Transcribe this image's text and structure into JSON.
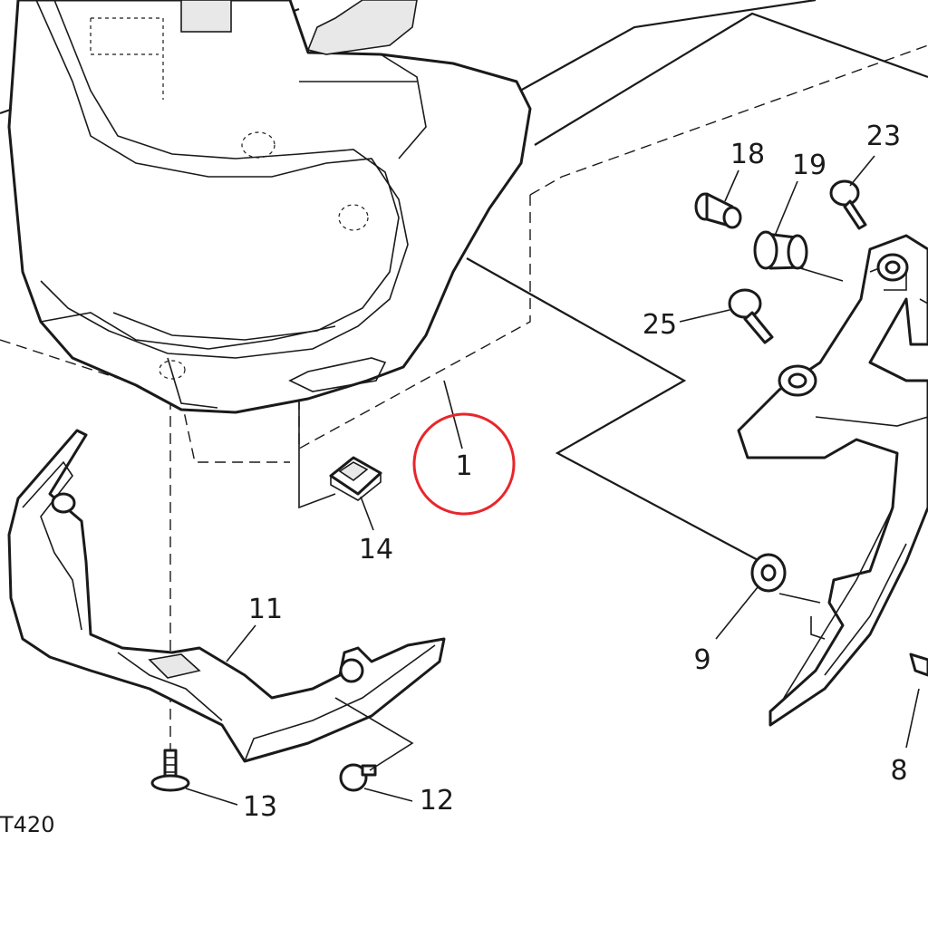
{
  "diagram": {
    "callouts": [
      {
        "id": "p1",
        "text": "1"
      },
      {
        "id": "p8",
        "text": "8"
      },
      {
        "id": "p9",
        "text": "9"
      },
      {
        "id": "p11",
        "text": "11"
      },
      {
        "id": "p12",
        "text": "12"
      },
      {
        "id": "p13",
        "text": "13"
      },
      {
        "id": "p14",
        "text": "14"
      },
      {
        "id": "p18",
        "text": "18"
      },
      {
        "id": "p19",
        "text": "19"
      },
      {
        "id": "p23",
        "text": "23"
      },
      {
        "id": "p25",
        "text": "25"
      }
    ],
    "figure_code": "T420",
    "highlight_color": "#e8262b",
    "line_color": "#1a1a1a"
  }
}
